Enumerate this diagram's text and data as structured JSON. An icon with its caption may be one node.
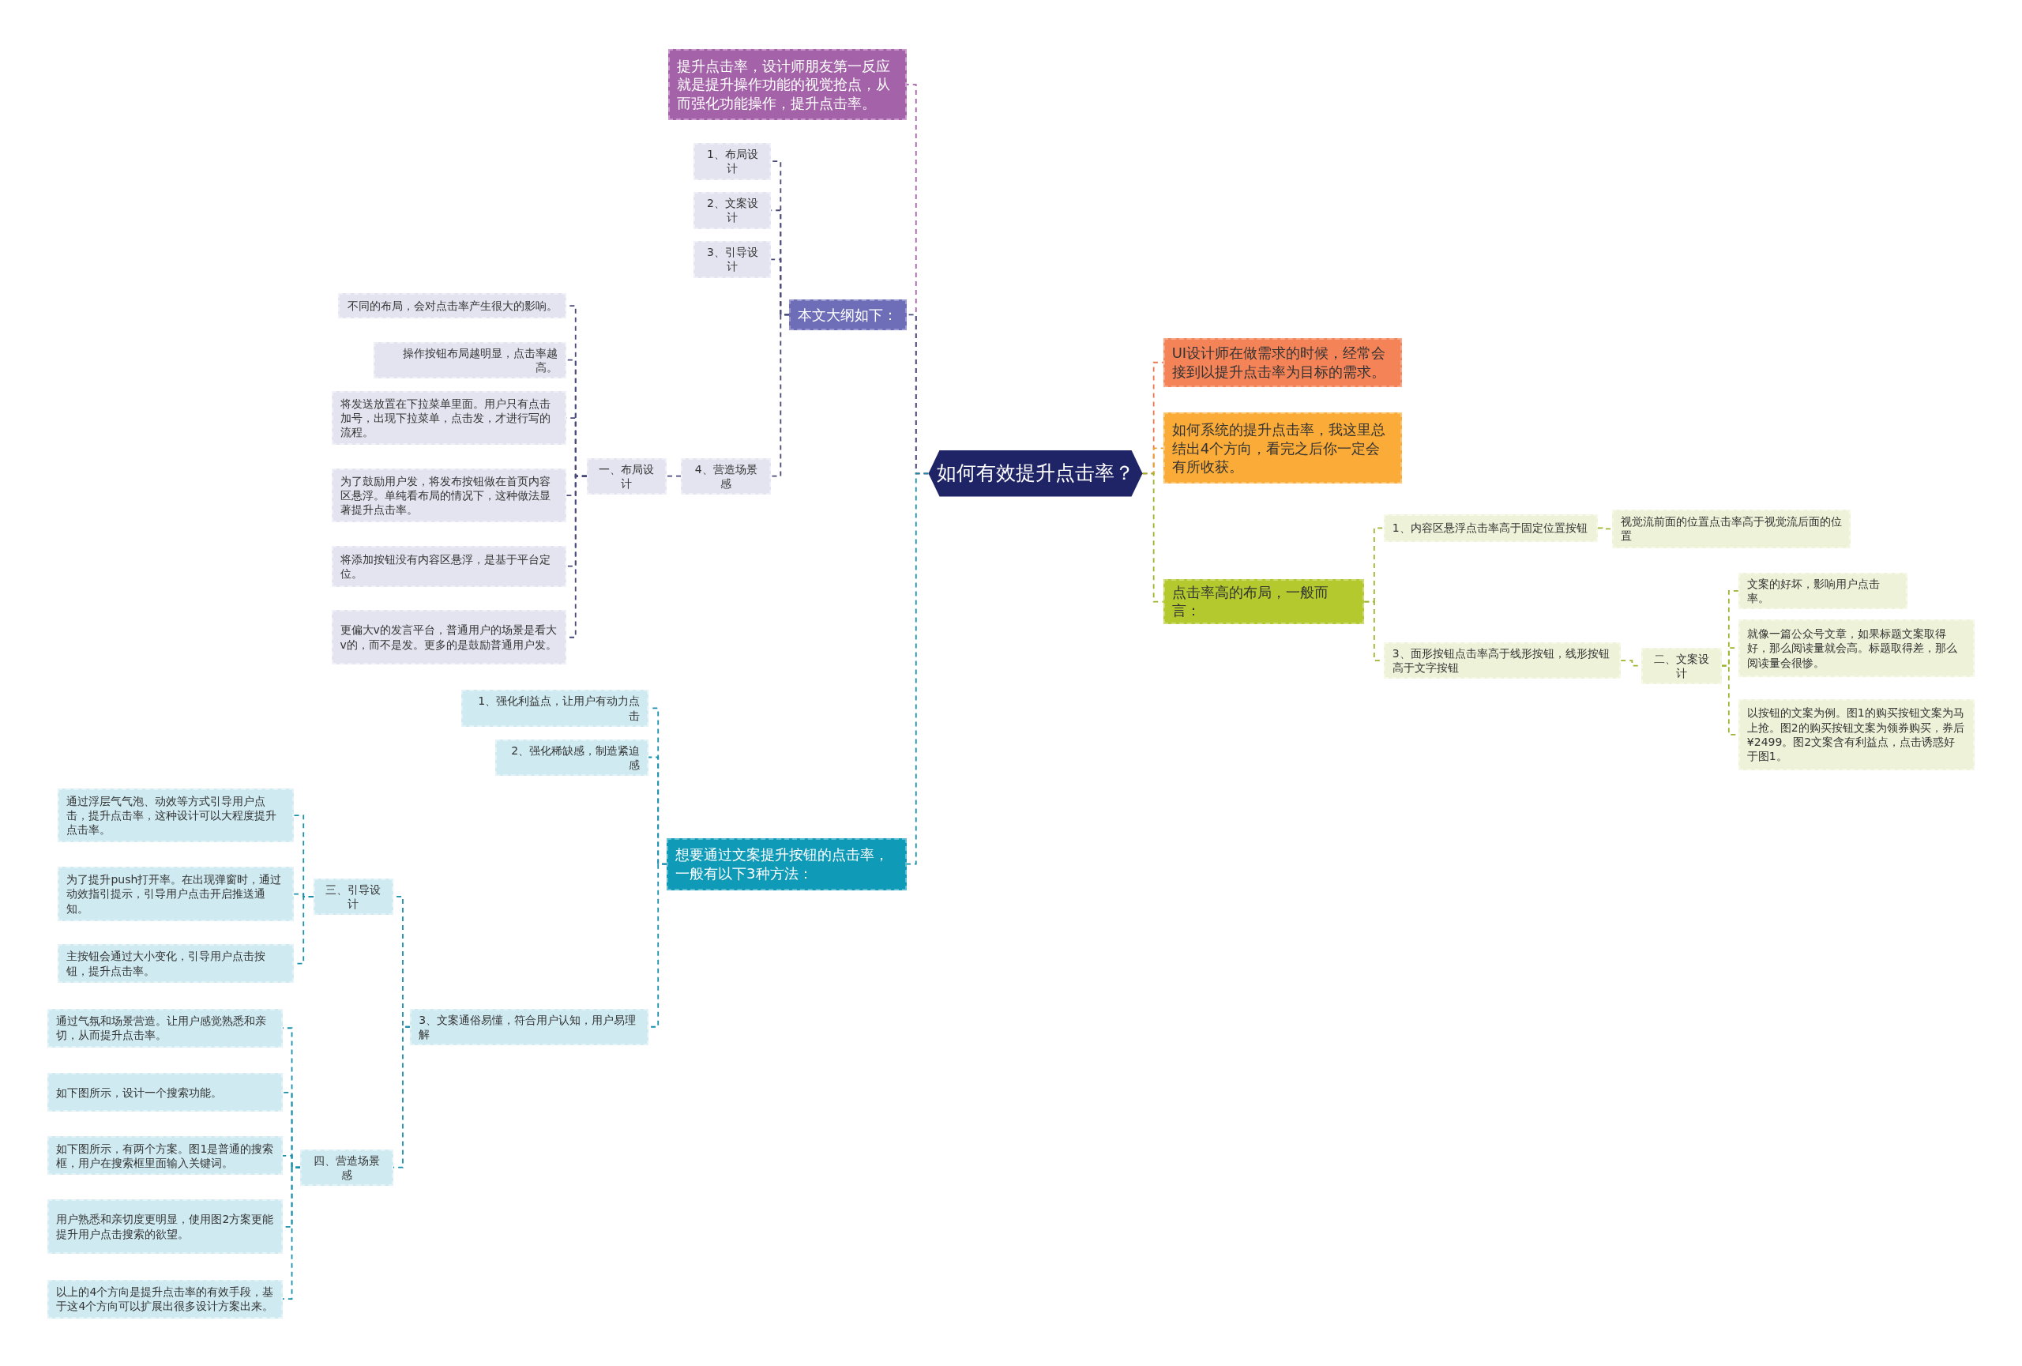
{
  "diagram": {
    "nodes": [
      {
        "text": [
          "如何有效提升点击率？"
        ]
      },
      {
        "text": [
          "提升点击率，设计师朋友第一反应就是提升操作功能的视觉抢点，从而强化功能操作，提升点击率。"
        ]
      },
      {
        "text": [
          "本文大纲如下："
        ]
      },
      {
        "text": [
          "1、布局设计"
        ]
      },
      {
        "text": [
          "2、文案设计"
        ]
      },
      {
        "text": [
          "3、引导设计"
        ]
      },
      {
        "text": [
          "4、营造场景感"
        ]
      },
      {
        "text": [
          "一、布局设计"
        ]
      },
      {
        "text": [
          "不同的布局，会对点击率产生很大的影响。"
        ]
      },
      {
        "text": [
          "操作按钮布局越明显，点击率越高。"
        ]
      },
      {
        "text": [
          "将发送放置在下拉菜单里面。用户只有点击加号，出现下拉菜单，点击发，才进行写的流程。"
        ]
      },
      {
        "text": [
          "为了鼓励用户发，将发布按钮做在首页内容区悬浮。单纯看布局的情况下，这种做法显著提升点击率。"
        ]
      },
      {
        "text": [
          "将添加按钮没有内容区悬浮，是基于平台定位。"
        ]
      },
      {
        "text": [
          "更偏大v的发言平台，普通用户的场景是看大v的，而不是发。更多的是鼓励普通用户发。"
        ]
      },
      {
        "text": [
          "想要通过文案提升按钮的点击率，一般有以下3种方法："
        ]
      },
      {
        "text": [
          "1、强化利益点，让用户有动力点击"
        ]
      },
      {
        "text": [
          "2、强化稀缺感，制造紧迫感"
        ]
      },
      {
        "text": [
          "3、文案通俗易懂，符合用户认知，用户易理解"
        ]
      },
      {
        "text": [
          "三、引导设计"
        ]
      },
      {
        "text": [
          "通过浮层气气泡、动效等方式引导用户点击，提升点击率，这种设计可以大程度提升点击率。"
        ]
      },
      {
        "text": [
          "为了提升push打开率。在出现弹窗时，通过动效指引提示，引导用户点击开启推送通知。"
        ]
      },
      {
        "text": [
          "主按钮会通过大小变化，引导用户点击按钮，提升点击率。"
        ]
      },
      {
        "text": [
          "四、营造场景感"
        ]
      },
      {
        "text": [
          "通过气氛和场景营造。让用户感觉熟悉和亲切，从而提升点击率。"
        ]
      },
      {
        "text": [
          "如下图所示，设计一个搜索功能。"
        ]
      },
      {
        "text": [
          "如下图所示，有两个方案。图1是普通的搜索框，用户在搜索框里面输入关键词。"
        ]
      },
      {
        "text": [
          "用户熟悉和亲切度更明显，使用图2方案更能提升用户点击搜索的欲望。"
        ]
      },
      {
        "text": [
          "以上的4个方向是提升点击率的有效手段，基于这4个方向可以扩展出很多设计方案出来。"
        ]
      },
      {
        "text": [
          "UI设计师在做需求的时候，经常会接到以提升点击率为目标的需求。"
        ]
      },
      {
        "text": [
          "如何系统的提升点击率，我这里总结出4个方向，看完之后你一定会有所收获。"
        ]
      },
      {
        "text": [
          "点击率高的布局，一般而言："
        ]
      },
      {
        "text": [
          "1、内容区悬浮点击率高于固定位置按钮"
        ]
      },
      {
        "text": [
          "视觉流前面的位置点击率高于视觉流后面的位置"
        ]
      },
      {
        "text": [
          "3、面形按钮点击率高于线形按钮，线形按钮高于文字按钮"
        ]
      },
      {
        "text": [
          "二、文案设计"
        ]
      },
      {
        "text": [
          "文案的好坏，影响用户点击率。"
        ]
      },
      {
        "text": [
          "就像一篇公众号文章，如果标题文案取得好，那么阅读量就会高。标题取得差，那么阅读量会很惨。"
        ]
      },
      {
        "text": [
          "以按钮的文案为例。图1的购买按钮文案为马上抢。图2的购买按钮文案为领券购买，券后¥2499。图2文案含有利益点，点击诱惑好于图1。"
        ]
      }
    ],
    "edges": [
      {
        "from": 0,
        "to": 1,
        "arrow": "none",
        "color": "#a463a8"
      },
      {
        "from": 0,
        "to": 2,
        "arrow": "none",
        "color": "#4a4a7a"
      },
      {
        "from": 2,
        "to": 3,
        "arrow": "none",
        "color": "#4a4a7a"
      },
      {
        "from": 2,
        "to": 4,
        "arrow": "none",
        "color": "#4a4a7a"
      },
      {
        "from": 2,
        "to": 5,
        "arrow": "none",
        "color": "#4a4a7a"
      },
      {
        "from": 2,
        "to": 6,
        "arrow": "none",
        "color": "#4a4a7a"
      },
      {
        "from": 6,
        "to": 7,
        "arrow": "none",
        "color": "#4a4a7a"
      },
      {
        "from": 7,
        "to": 8,
        "arrow": "none",
        "color": "#4a4a7a"
      },
      {
        "from": 7,
        "to": 9,
        "arrow": "none",
        "color": "#4a4a7a"
      },
      {
        "from": 7,
        "to": 10,
        "arrow": "none",
        "color": "#4a4a7a"
      },
      {
        "from": 7,
        "to": 11,
        "arrow": "none",
        "color": "#4a4a7a"
      },
      {
        "from": 7,
        "to": 12,
        "arrow": "none",
        "color": "#4a4a7a"
      },
      {
        "from": 7,
        "to": 13,
        "arrow": "none",
        "color": "#4a4a7a"
      },
      {
        "from": 0,
        "to": 14,
        "arrow": "none"
      },
      {
        "from": 14,
        "to": 15,
        "arrow": "none"
      },
      {
        "from": 14,
        "to": 16,
        "arrow": "none"
      },
      {
        "from": 14,
        "to": 17,
        "arrow": "none"
      },
      {
        "from": 17,
        "to": 18,
        "arrow": "none"
      },
      {
        "from": 17,
        "to": 22,
        "arrow": "none"
      },
      {
        "from": 18,
        "to": 19,
        "arrow": "none"
      },
      {
        "from": 18,
        "to": 20,
        "arrow": "none"
      },
      {
        "from": 18,
        "to": 21,
        "arrow": "none"
      },
      {
        "from": 22,
        "to": 23,
        "arrow": "none"
      },
      {
        "from": 22,
        "to": 24,
        "arrow": "none"
      },
      {
        "from": 22,
        "to": 25,
        "arrow": "none"
      },
      {
        "from": 22,
        "to": 26,
        "arrow": "none"
      },
      {
        "from": 22,
        "to": 27,
        "arrow": "none"
      },
      {
        "from": 0,
        "to": 28,
        "arrow": "none",
        "color": "#e8784f"
      },
      {
        "from": 0,
        "to": 29,
        "arrow": "none",
        "color": "#e8a030"
      },
      {
        "from": 0,
        "to": 30,
        "arrow": "none",
        "color": "#9ab52e"
      },
      {
        "from": 30,
        "to": 31,
        "arrow": "none",
        "color": "#9ab52e"
      },
      {
        "from": 30,
        "to": 33,
        "arrow": "none",
        "color": "#9ab52e"
      },
      {
        "from": 31,
        "to": 32,
        "arrow": "none",
        "color": "#9ab52e"
      },
      {
        "from": 33,
        "to": 34,
        "arrow": "none",
        "color": "#9ab52e"
      },
      {
        "from": 34,
        "to": 35,
        "arrow": "none",
        "color": "#9ab52e"
      },
      {
        "from": 34,
        "to": 36,
        "arrow": "none",
        "color": "#9ab52e"
      },
      {
        "from": 34,
        "to": 37,
        "arrow": "none",
        "color": "#9ab52e"
      }
    ]
  }
}
